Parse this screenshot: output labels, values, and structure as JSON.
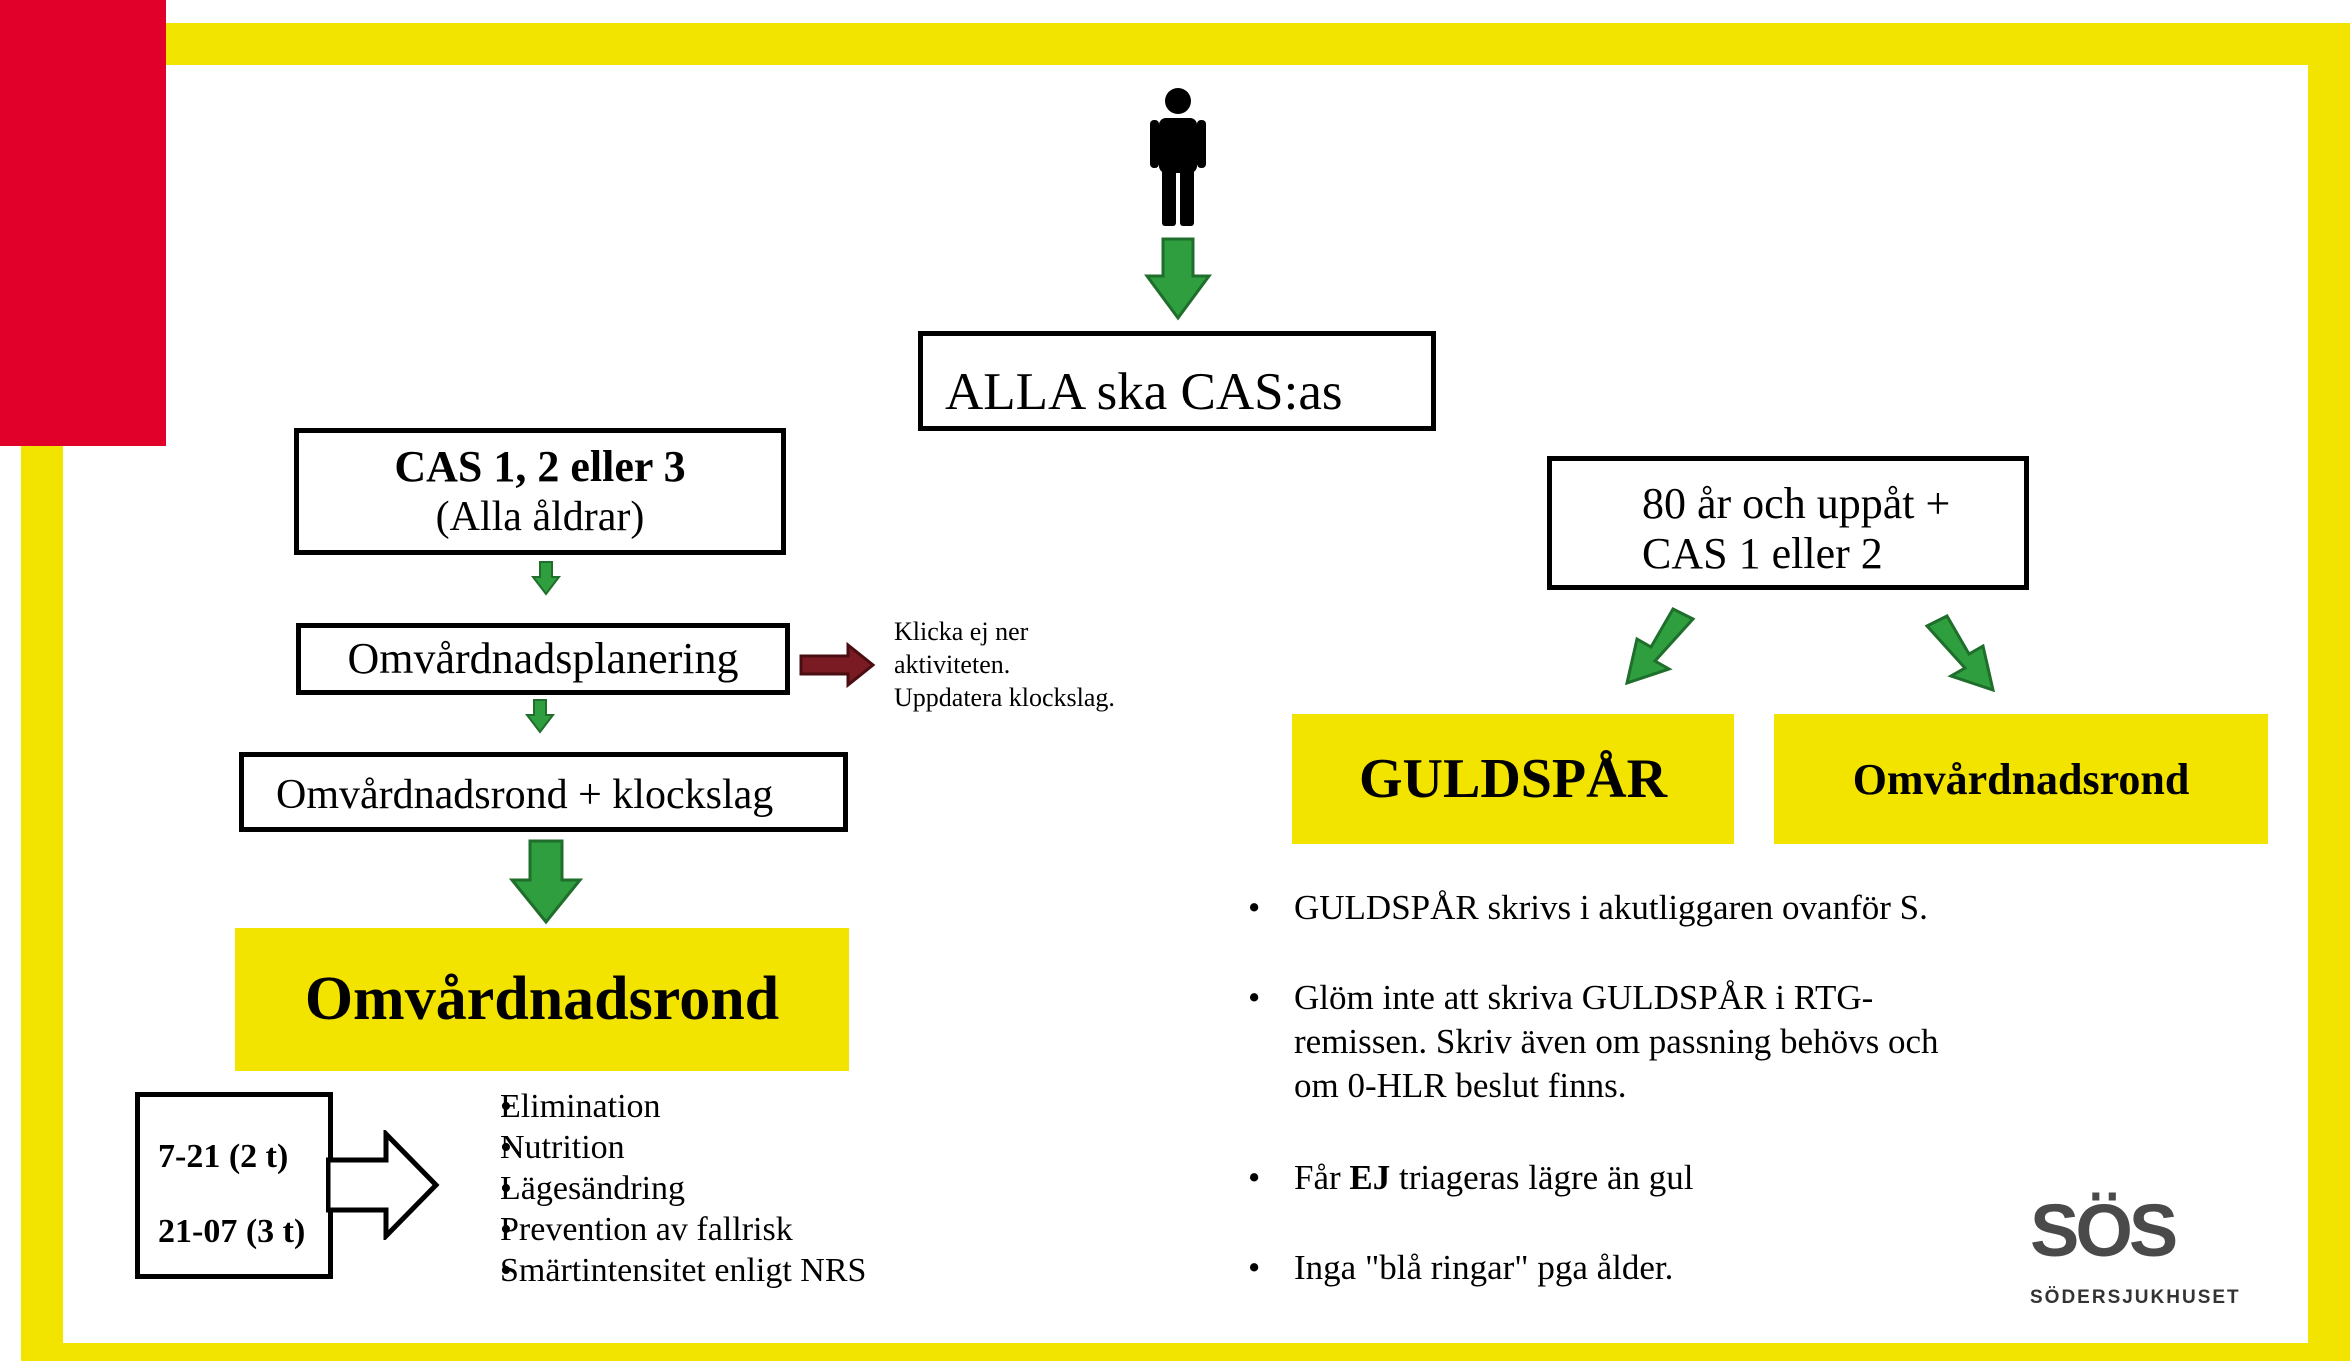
{
  "colors": {
    "frame_yellow": "#f3e400",
    "accent_red": "#e1002a",
    "arrow_green": "#2f9e3f",
    "arrow_darkred": "#7a1a22",
    "logo_gray": "#4a4a4a"
  },
  "icons": {
    "person": "person-icon",
    "arrow_down": "green-arrow-down-icon",
    "arrow_right": "red-arrow-right-icon",
    "block_arrow": "block-arrow-right-icon"
  },
  "top": {
    "all_cas": "ALLA ska CAS:as"
  },
  "left": {
    "cas_line1": "CAS 1, 2 eller 3",
    "cas_line2": "(Alla åldrar)",
    "planning": "Omvårdnadsplanering",
    "note_line1": "Klicka ej ner",
    "note_line2": "aktiviteten.",
    "note_line3": "Uppdatera klockslag.",
    "rond_klockslag": "Omvårdnadsrond + klockslag",
    "rond_big": "Omvårdnadsrond",
    "interval1": "7-21 (2 t)",
    "interval2": "21-07 (3 t)",
    "bullets": [
      "Elimination",
      "Nutrition",
      "Lägesändring",
      "Prevention av fallrisk",
      "Smärtintensitet enligt NRS"
    ]
  },
  "right": {
    "age_line1": "80 år och uppåt +",
    "age_line2": "CAS  1 eller 2",
    "guldspar": "GULDSPÅR",
    "rond": "Omvårdnadsrond",
    "b1": "GULDSPÅR skrivs i akutliggaren ovanför S.",
    "b2_l1": "Glöm inte att skriva GULDSPÅR i RTG-",
    "b2_l2": "remissen. Skriv även om passning behövs och",
    "b2_l3": "om 0-HLR beslut finns.",
    "b3_pre": "Får ",
    "b3_bold": "EJ",
    "b3_post": " triageras lägre än gul",
    "b4": "Inga \"blå ringar\" pga ålder."
  },
  "logo": {
    "mark": "SÖS",
    "name": "SÖDERSJUKHUSET"
  }
}
